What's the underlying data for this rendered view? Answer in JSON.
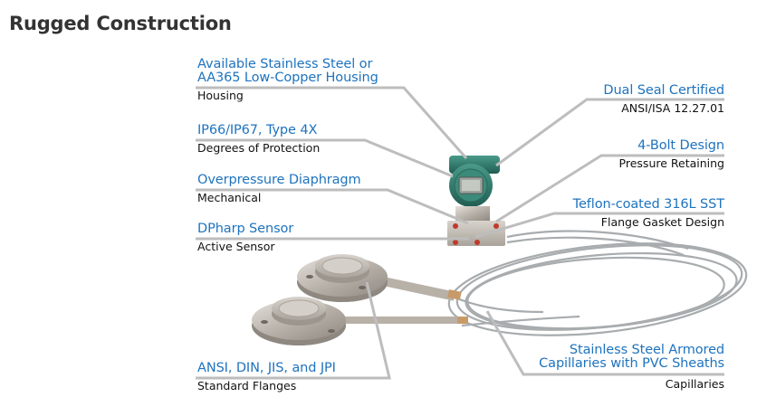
{
  "title": "Rugged Construction",
  "colors": {
    "accent": "#1e73be",
    "leader_line": "#bdbdbd",
    "title": "#333333",
    "device_green": "#2e7d6e"
  },
  "callouts": {
    "housing": {
      "head_lines": [
        "Available Stainless Steel or",
        "AA365 Low-Copper Housing"
      ],
      "sub": "Housing"
    },
    "protection": {
      "head": "IP66/IP67, Type 4X",
      "sub": "Degrees of Protection"
    },
    "overpressure": {
      "head": "Overpressure Diaphragm",
      "sub": "Mechanical"
    },
    "sensor": {
      "head": "DPharp Sensor",
      "sub": "Active Sensor"
    },
    "flanges": {
      "head": "ANSI, DIN, JIS, and JPI",
      "sub": "Standard Flanges"
    },
    "dual_seal": {
      "head": "Dual Seal Certified",
      "sub": "ANSI/ISA 12.27.01"
    },
    "bolt": {
      "head": "4-Bolt Design",
      "sub": "Pressure Retaining"
    },
    "teflon": {
      "head": "Teflon-coated 316L SST",
      "sub": "Flange Gasket Design"
    },
    "capillaries": {
      "head_lines": [
        "Stainless Steel Armored",
        "Capillaries with PVC Sheaths"
      ],
      "sub": "Capillaries"
    }
  }
}
